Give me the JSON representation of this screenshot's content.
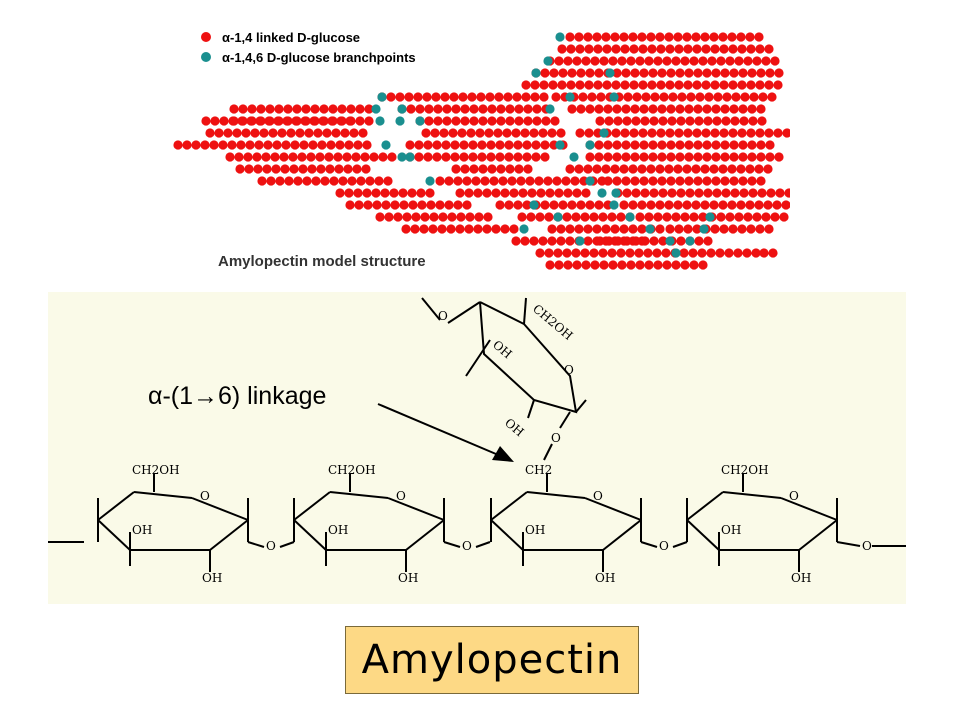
{
  "model": {
    "legend_linked": "α-1,4 linked D-glucose",
    "legend_branch": "α-1,4,6 D-glucose branchpoints",
    "caption": "Amylopectin model structure",
    "colors": {
      "linked": "#ee1111",
      "branch": "#1a8f8f"
    }
  },
  "chem": {
    "linkage_label": "α-(1→6) linkage",
    "background": "#fafae8",
    "top_ring": {
      "ch2oh": "CH2OH",
      "oh1": "OH",
      "oh2": "OH",
      "o_ring": "O",
      "o_link": "O",
      "o_top": "O"
    },
    "ring_labels": {
      "r1": {
        "ch2": "CH2OH",
        "ring_o": "O",
        "oh3": "OH",
        "oh2": "OH"
      },
      "r2": {
        "ch2": "CH2OH",
        "ring_o": "O",
        "oh3": "OH",
        "oh2": "OH"
      },
      "r3": {
        "ch2": "CH2",
        "ring_o": "O",
        "oh3": "OH",
        "oh2": "OH"
      },
      "r4": {
        "ch2": "CH2OH",
        "ring_o": "O",
        "oh3": "OH",
        "oh2": "OH"
      }
    },
    "bridge_o": "O"
  },
  "title": "Amylopectin"
}
